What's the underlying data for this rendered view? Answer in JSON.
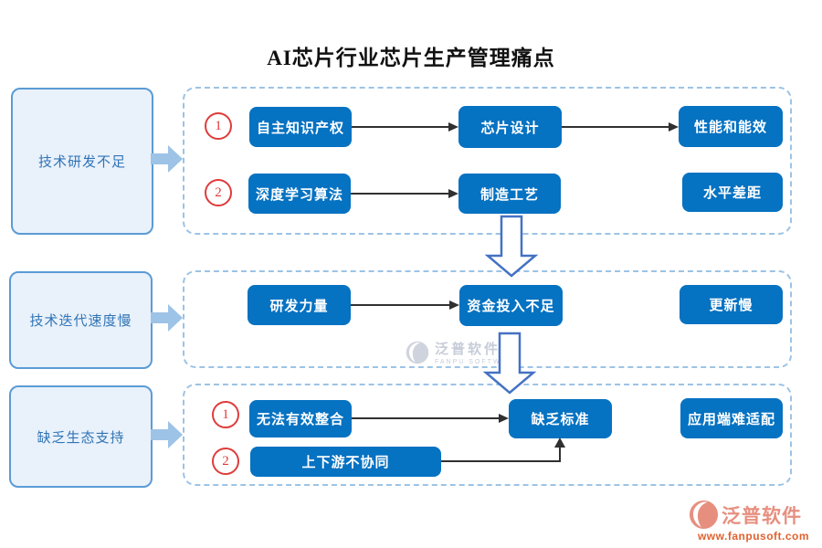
{
  "title": "AI芯片行业芯片生产管理痛点",
  "colors": {
    "box_blue": "#0672c2",
    "category_fill": "#e9f1fb",
    "category_border": "#5b9bd5",
    "category_text": "#2f74b5",
    "dashed_border": "#9cc3e5",
    "flow_arrow_fill": "#9dc3e6",
    "big_arrow_border": "#4472c4",
    "number_red": "#e03b3b",
    "connector_black": "#303030",
    "watermark_gray": "#b9c0cf",
    "logo_salmon": "#e78f7f",
    "logo_url_orange": "#e0622f"
  },
  "sections": [
    {
      "category": "技术研发不足",
      "rows": [
        {
          "num": "1",
          "boxes": [
            "自主知识产权",
            "芯片设计",
            "性能和能效"
          ]
        },
        {
          "num": "2",
          "boxes": [
            "深度学习算法",
            "制造工艺",
            "水平差距"
          ]
        }
      ]
    },
    {
      "category": "技术迭代速度慢",
      "rows": [
        {
          "boxes": [
            "研发力量",
            "资金投入不足",
            "更新慢"
          ]
        }
      ]
    },
    {
      "category": "缺乏生态支持",
      "rows": [
        {
          "num": "1",
          "boxes": [
            "无法有效整合",
            "缺乏标准",
            "应用端难适配"
          ]
        },
        {
          "num": "2",
          "boxes": [
            "上下游不协同"
          ]
        }
      ]
    }
  ],
  "watermark": {
    "name": "泛普软件",
    "subtitle": "FANPU SOFTWARE"
  },
  "footer": {
    "brand": "泛普软件",
    "url": "www.fanpusoft.com"
  }
}
